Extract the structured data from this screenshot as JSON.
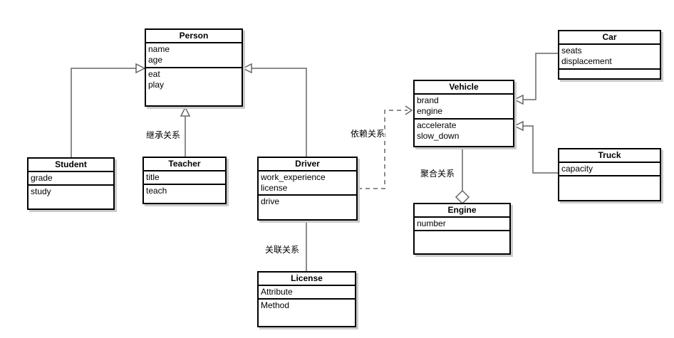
{
  "diagram": {
    "classes": {
      "person": {
        "title": "Person",
        "attributes": [
          "name",
          "age"
        ],
        "methods": [
          "eat",
          "play"
        ]
      },
      "student": {
        "title": "Student",
        "attributes": [
          "grade"
        ],
        "methods": [
          "study"
        ]
      },
      "teacher": {
        "title": "Teacher",
        "attributes": [
          "title"
        ],
        "methods": [
          "teach"
        ]
      },
      "driver": {
        "title": "Driver",
        "attributes": [
          "work_experience",
          "license"
        ],
        "methods": [
          "drive"
        ]
      },
      "license": {
        "title": "License",
        "attributes": [
          "Attribute"
        ],
        "methods": [
          "Method"
        ]
      },
      "vehicle": {
        "title": "Vehicle",
        "attributes": [
          "brand",
          "engine"
        ],
        "methods": [
          "accelerate",
          "slow_down"
        ]
      },
      "engine": {
        "title": "Engine",
        "attributes": [
          "number"
        ],
        "methods": []
      },
      "car": {
        "title": "Car",
        "attributes": [
          "seats",
          "displacement"
        ],
        "methods": []
      },
      "truck": {
        "title": "Truck",
        "attributes": [
          "capacity"
        ],
        "methods": []
      }
    },
    "edge_labels": {
      "inheritance": "继承关系",
      "dependency": "依赖关系",
      "aggregation": "聚合关系",
      "association": "关联关系"
    },
    "colors": {
      "line": "#666666",
      "border": "#000000",
      "shadow": "#cccccc",
      "background": "#ffffff"
    }
  }
}
